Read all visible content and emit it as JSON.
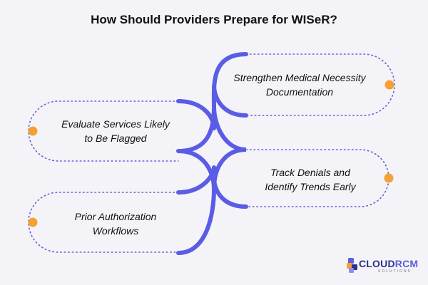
{
  "title": "How Should Providers Prepare for WISeR?",
  "steps": [
    {
      "line1": "Strengthen Medical Necessity",
      "line2": "Documentation"
    },
    {
      "line1": "Evaluate Services Likely",
      "line2": "to Be Flagged"
    },
    {
      "line1": "Track Denials and",
      "line2": "Identify Trends Early"
    },
    {
      "line1": "Prior Authorization",
      "line2": "Workflows"
    }
  ],
  "logo": {
    "name_part1": "CLOUD",
    "name_part2": "RCM",
    "tagline": "SOLUTIONS"
  },
  "colors": {
    "spine": "#5b5ce6",
    "dot": "#f5a033",
    "dotted_line": "#6062d8",
    "text": "#111111"
  }
}
